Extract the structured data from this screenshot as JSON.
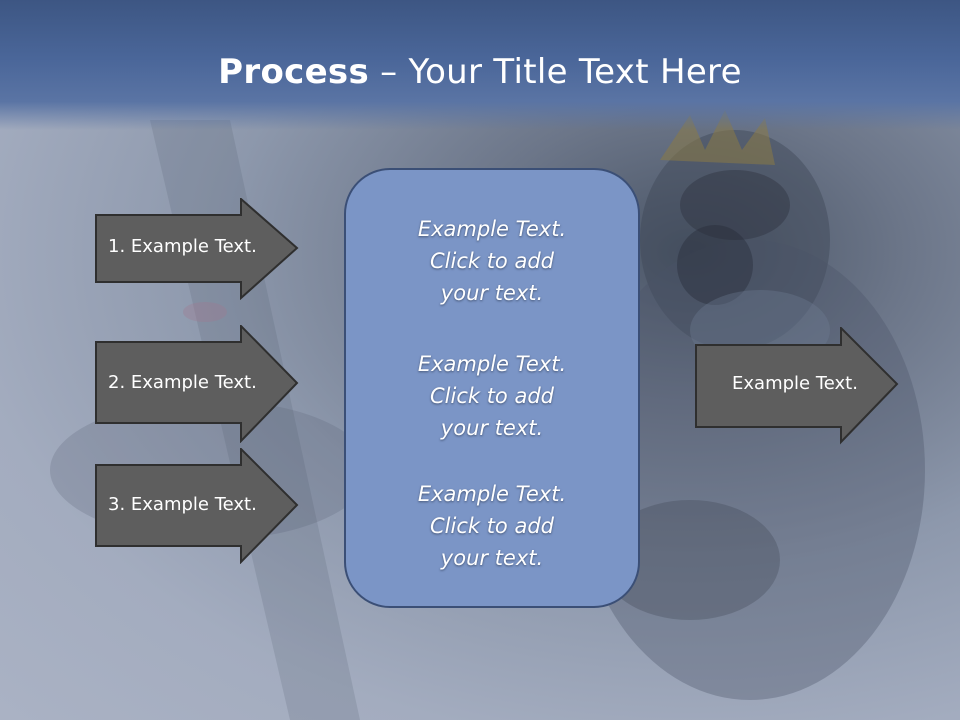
{
  "slide": {
    "title_bold": "Process",
    "title_rest": " – Your Title Text Here",
    "left_arrows": [
      {
        "label": "1. Example Text."
      },
      {
        "label": "2. Example Text."
      },
      {
        "label": "3. Example Text."
      }
    ],
    "center_blocks": [
      {
        "line1": "Example Text.",
        "line2": "Click  to add",
        "line3": "your text."
      },
      {
        "line1": "Example Text.",
        "line2": "Click  to add",
        "line3": "your text."
      },
      {
        "line1": "Example Text.",
        "line2": "Click  to add",
        "line3": "your text."
      }
    ],
    "right_arrow": {
      "label": "Example Text."
    }
  },
  "colors": {
    "title_bar": "#4a6699",
    "arrow_fill": "#5e5e5e",
    "arrow_stroke": "#2f2f2f",
    "panel_fill": "#7b95c6",
    "panel_stroke": "#3b4f76",
    "text": "#ffffff"
  }
}
